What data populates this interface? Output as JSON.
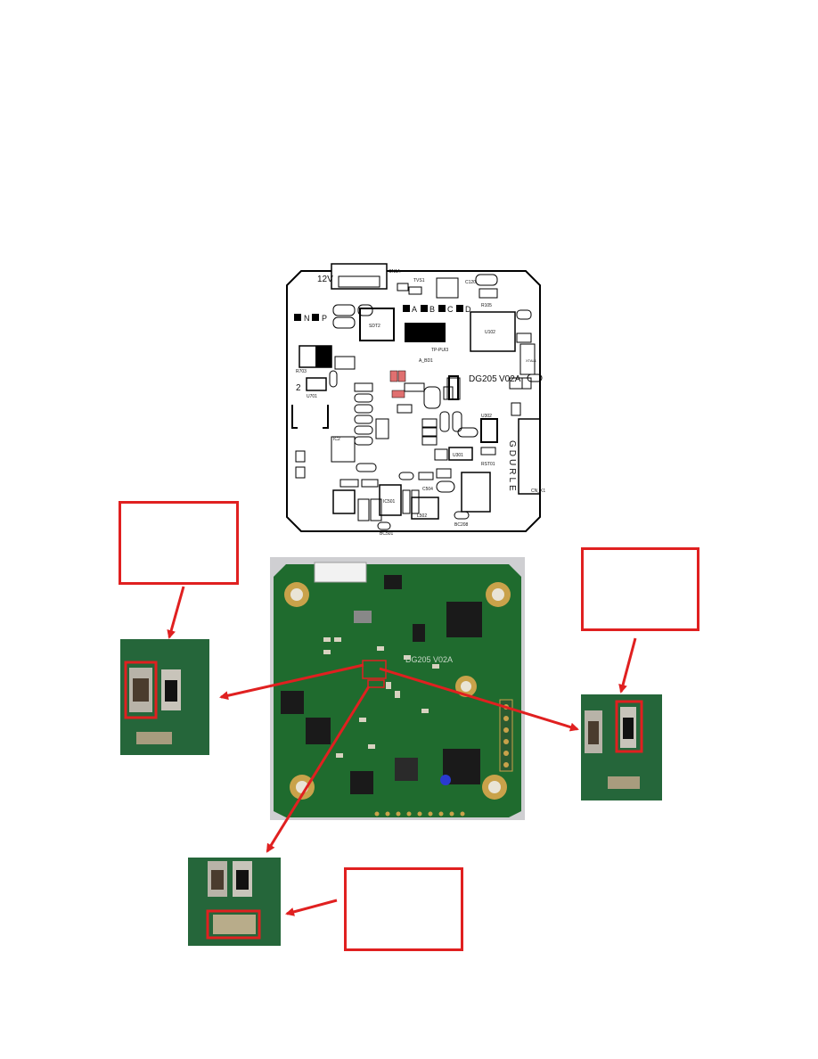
{
  "colors": {
    "callout_red": "#e02020",
    "pcb_green": "#1f6b2e",
    "pcb_dark": "#0f3d1a",
    "pad_gold": "#c9a24a"
  },
  "silkscreen": {
    "voltage_label": "12V",
    "connector_top": "CN1A",
    "tvs": "TVS1",
    "n_label": "N",
    "p_label": "P",
    "a_label": "A",
    "b_label": "B",
    "c_label": "C",
    "d_label": "D",
    "board_name": "DG205",
    "version": "V02A",
    "vertical_text": "GDURLE",
    "connector_right": "CN_K1",
    "regulator": "U102",
    "transistor": "SDT2",
    "ic_left": "U701",
    "resistor_left": "R703",
    "number_2": "2",
    "ic_bottom": "IC501",
    "inductor": "L502",
    "ic_mid": "U301",
    "ic_right": "U302",
    "misc_a": "TP-PUI3",
    "misc_b": "A_BD1",
    "misc_c": "BC208",
    "misc_d": "BC501",
    "misc_e": "RST01",
    "misc_f": "XTAL1",
    "misc_g": "C120",
    "misc_h": "R105",
    "misc_i": "C504",
    "misc_j": "IC2"
  },
  "photo_board_text": "DG205 V02A",
  "callouts": [
    {
      "id": "left",
      "text": ""
    },
    {
      "id": "right",
      "text": ""
    },
    {
      "id": "bottom",
      "text": ""
    }
  ]
}
